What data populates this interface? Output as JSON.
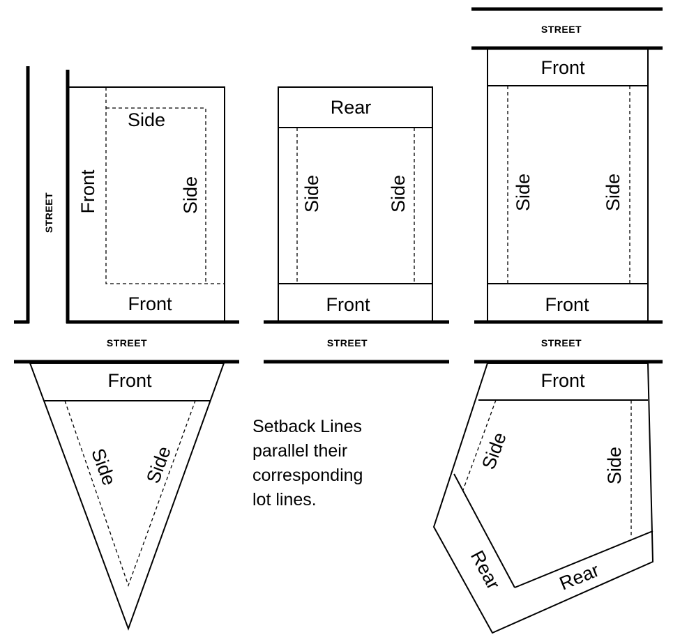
{
  "labels": {
    "front": "Front",
    "rear": "Rear",
    "side": "Side",
    "street": "STREET"
  },
  "note": {
    "lines": [
      "Setback Lines",
      "parallel their",
      "corresponding",
      "lot lines."
    ]
  }
}
